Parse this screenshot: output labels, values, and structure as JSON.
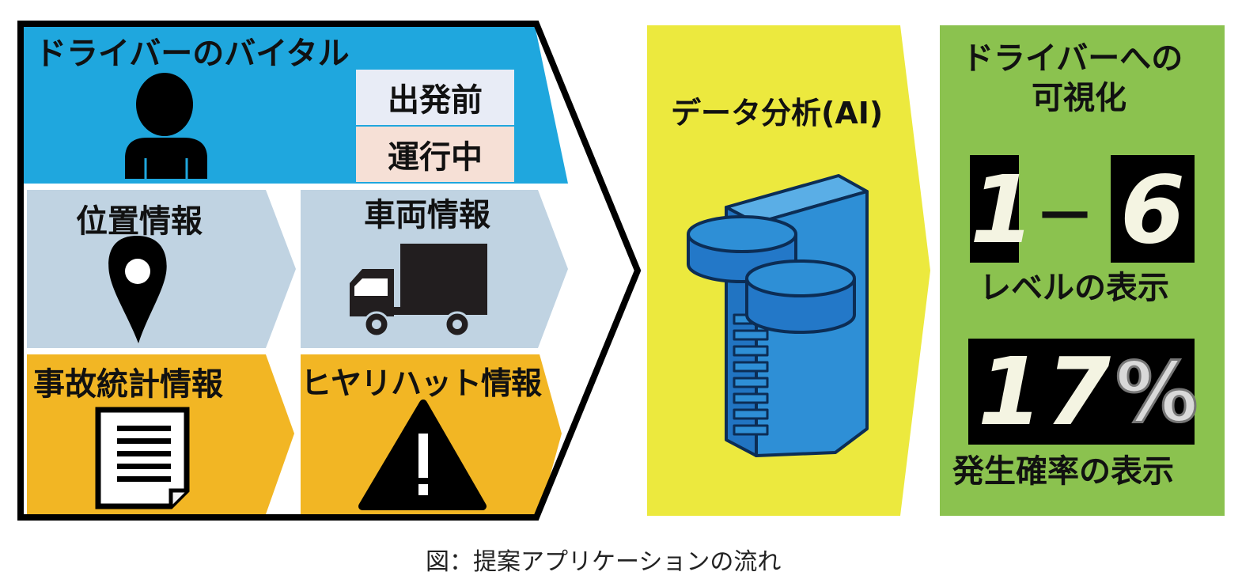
{
  "input_panel": {
    "vitals": {
      "title": "ドライバーのバイタル",
      "before_departure": "出発前",
      "while_driving": "運行中"
    },
    "location": "位置情報",
    "vehicle": "車両情報",
    "accident_stats": "事故統計情報",
    "near_miss": "ヒヤリハット情報"
  },
  "analysis": {
    "title": "データ分析(AI)"
  },
  "visualization": {
    "title_line1": "ドライバーへの",
    "title_line2": "可視化",
    "level_from": "1",
    "level_dash": "—",
    "level_to": "6",
    "level_label": "レベルの表示",
    "probability_value": "17",
    "probability_unit": "%",
    "probability_label": "発生確率の表示"
  },
  "caption": "図：提案アプリケーションの流れ",
  "colors": {
    "vitals_blue": "#1fa7de",
    "info_gray_blue": "#c0d3e2",
    "info_orange": "#f2b624",
    "analysis_yellow": "#ece93e",
    "visual_green": "#8bc24f",
    "server_blue": "#2e8fd6",
    "digit_white": "#f4f4e2"
  }
}
